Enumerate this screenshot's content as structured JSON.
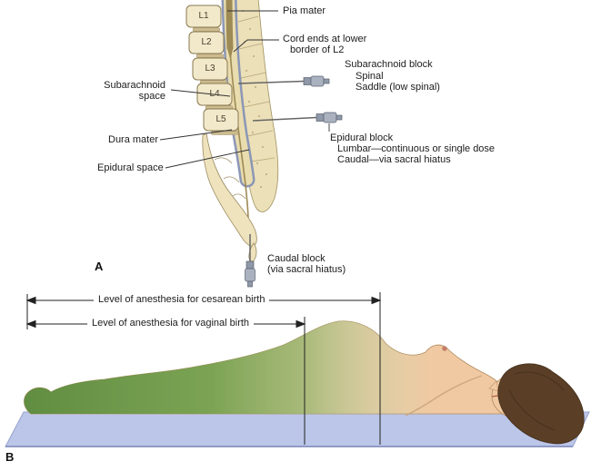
{
  "figure": {
    "panel_a": {
      "label": "A",
      "vertebrae": [
        "L1",
        "L2",
        "L3",
        "L4",
        "L5"
      ],
      "labels": {
        "pia_mater": "Pia mater",
        "cord_ends_line1": "Cord ends at lower",
        "cord_ends_line2": "border of L2",
        "subarachnoid_space_line1": "Subarachnoid",
        "subarachnoid_space_line2": "space",
        "dura_mater": "Dura mater",
        "epidural_space": "Epidural space",
        "subarachnoid_block_title": "Subarachnoid block",
        "subarachnoid_block_item1": "Spinal",
        "subarachnoid_block_item2": "Saddle (low spinal)",
        "epidural_block_title": "Epidural block",
        "epidural_block_item1": "Lumbar—continuous or single dose",
        "epidural_block_item2": "Caudal—via sacral hiatus",
        "caudal_block_line1": "Caudal block",
        "caudal_block_line2": "(via sacral hiatus)"
      },
      "icons": {
        "spinal_needle": "syringe-icon",
        "epidural_needle": "syringe-icon",
        "caudal_needle": "syringe-icon"
      }
    },
    "panel_b": {
      "label": "B",
      "cesarean_arrow_label": "Level of anesthesia for cesarean birth",
      "vaginal_arrow_label": "Level of anesthesia for vaginal birth"
    },
    "colors": {
      "bone_cream": "#eee3bd",
      "canal_tan": "#e9dcae",
      "cord_brown": "#9d8a55",
      "dura_blue": "#8b97b5",
      "needle_gray": "#aab2c0",
      "skin": "#f0c9a2",
      "anesthesia_green": "#6f9f4b",
      "hair_brown": "#5a3f26",
      "mat_blue": "#bcc6e8"
    }
  }
}
